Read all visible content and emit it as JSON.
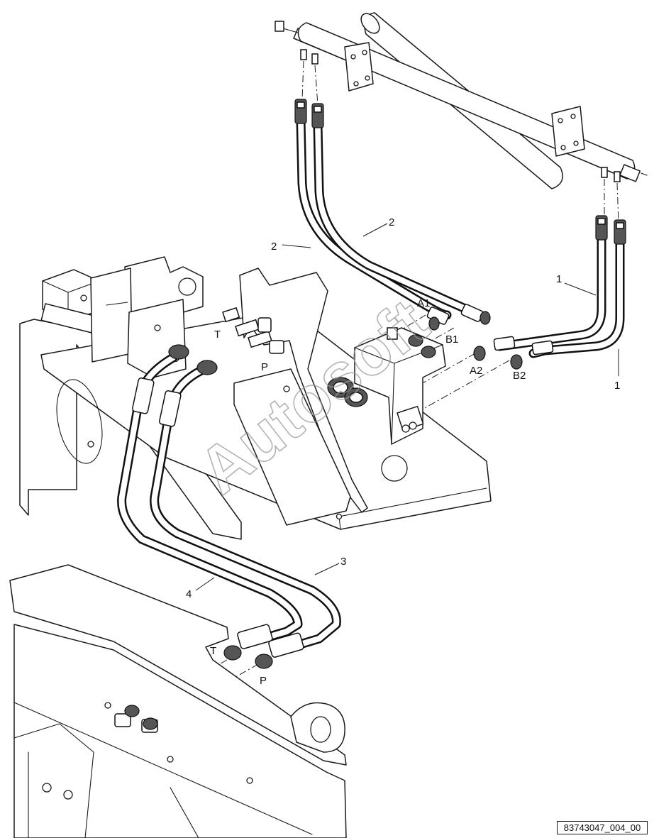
{
  "callouts": {
    "hose_1_left": "1",
    "hose_1_right": "1",
    "hose_2_left": "2",
    "hose_2_right": "2",
    "hose_3": "3",
    "hose_4": "4"
  },
  "ports": {
    "valve_t": "T",
    "valve_p": "P",
    "valve_a1": "A1",
    "valve_b1": "B1",
    "valve_a2": "A2",
    "valve_b2": "B2",
    "frame_t": "T",
    "frame_p": "P"
  },
  "watermark": "Autosoft",
  "reference_id": "83743047_004_00"
}
